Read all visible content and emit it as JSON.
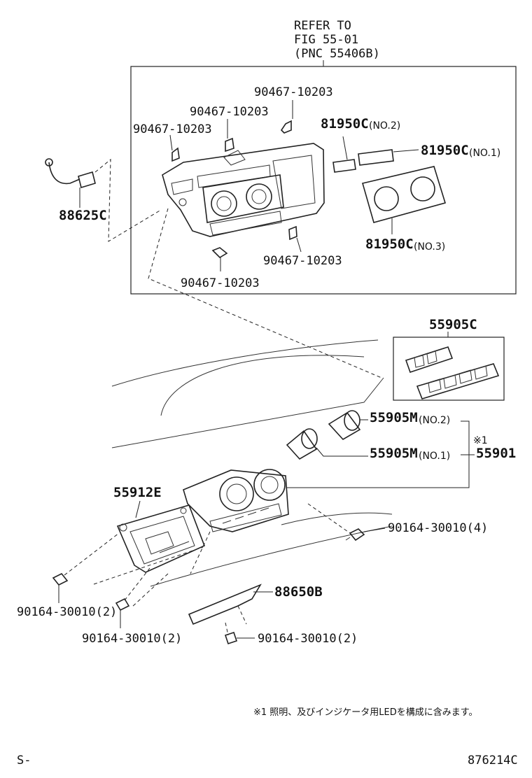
{
  "refer": {
    "line1": "REFER TO",
    "line2": "FIG 55-01",
    "line3": "(PNC 55406B)"
  },
  "labels": {
    "clip_a": "90467-10203",
    "clip_b": "90467-10203",
    "clip_c": "90467-10203",
    "clip_d": "90467-10203",
    "clip_e": "90467-10203",
    "sensor": "88625C",
    "panel_no2": "81950C",
    "panel_no2_suffix": "(NO.2)",
    "panel_no1": "81950C",
    "panel_no1_suffix": "(NO.1)",
    "panel_no3": "81950C",
    "panel_no3_suffix": "(NO.3)",
    "knob_set": "55905C",
    "knob_no2": "55905M",
    "knob_no2_suffix": "(NO.2)",
    "knob_no1": "55905M",
    "knob_no1_suffix": "(NO.1)",
    "note_mark": "※1",
    "control_assy": "55901",
    "housing": "55912E",
    "screw_right": "90164-30010(4)",
    "screw_left": "90164-30010(2)",
    "screw_lower": "90164-30010(2)",
    "screw_bottom": "90164-30010(2)",
    "bracket": "88650B"
  },
  "footnote": "※1 照明、及びインジケータ用LEDを構成に含みます。",
  "footer": {
    "left": "S-",
    "right": "876214C"
  }
}
